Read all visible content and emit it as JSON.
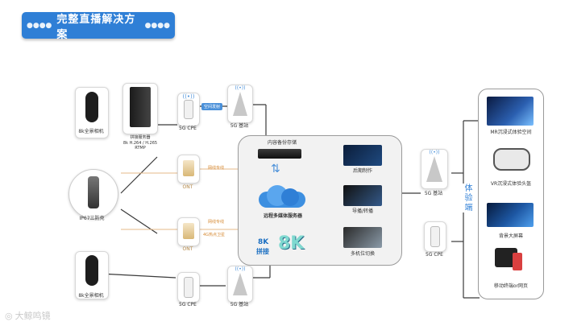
{
  "title": "完整直播解决方案",
  "left": {
    "camera_top": "8k全景相机",
    "camera_bottom": "8k全景相机",
    "tripod": "IP67三防壳",
    "server_name": "拼接服务器",
    "server_spec": "8k H.264 / H.265 RTMP"
  },
  "network": {
    "cpe_top": "5G CPE",
    "cpe_bottom": "5G CPE",
    "bs_top": "5G 基站",
    "bs_bottom": "5G 基站",
    "link_top": "空间发射",
    "ont_top": "ONT",
    "ont_bottom": "ONT",
    "wired_top": "网线专线",
    "wired_bottom_1": "网线专线",
    "wired_bottom_2": "4G热点卫星"
  },
  "center": {
    "storage": "内容备份存储",
    "server": "远程多媒体服务器",
    "stitch_8k": "8K",
    "stitch_label": "拼接",
    "big_text": "8K",
    "out_1": "后期制作",
    "out_2": "导播/转播",
    "out_3": "多机位切换"
  },
  "right": {
    "bs": "5G 基站",
    "cpe": "5G CPE",
    "experience": "体验端",
    "items": [
      "MR沉浸式体验空间",
      "VR沉浸式体验头盔",
      "背景大屏幕",
      "移动终端or网页"
    ]
  },
  "watermark": "大鲸鸣镜",
  "colors": {
    "accent": "#2f7fd6",
    "line": "#333333",
    "orange": "#d68a34"
  }
}
